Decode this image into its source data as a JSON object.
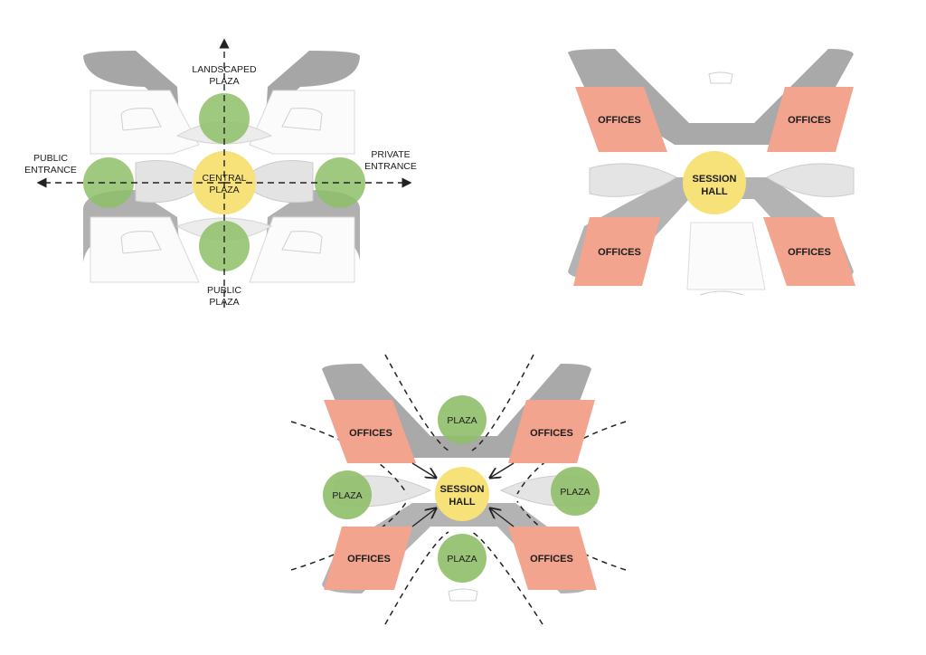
{
  "diagram1": {
    "labels": {
      "landscaped_plaza": [
        "LANDSCAPED",
        "PLAZA"
      ],
      "public_entrance": [
        "PUBLIC",
        "ENTRANCE"
      ],
      "private_entrance": [
        "PRIVATE",
        "ENTRANCE"
      ],
      "central_plaza": [
        "CENTRAL",
        "PLAZA"
      ],
      "public_plaza": [
        "PUBLIC",
        "PLAZA"
      ]
    },
    "colors": {
      "green": "#8fbf6a",
      "yellow": "#f7e27a",
      "axis": "#222222"
    }
  },
  "diagram2": {
    "offices": [
      "OFFICES",
      "OFFICES",
      "OFFICES",
      "OFFICES"
    ],
    "session_hall": [
      "SESSION",
      "HALL"
    ],
    "colors": {
      "office": "#f2a48e",
      "yellow": "#f7e27a"
    }
  },
  "diagram3": {
    "offices": [
      "OFFICES",
      "OFFICES",
      "OFFICES",
      "OFFICES"
    ],
    "plazas": [
      "PLAZA",
      "PLAZA",
      "PLAZA",
      "PLAZA"
    ],
    "session_hall": [
      "SESSION",
      "HALL"
    ],
    "colors": {
      "office": "#f2a48e",
      "green": "#8fbf6a",
      "yellow": "#f7e27a",
      "dash": "#222222"
    }
  }
}
